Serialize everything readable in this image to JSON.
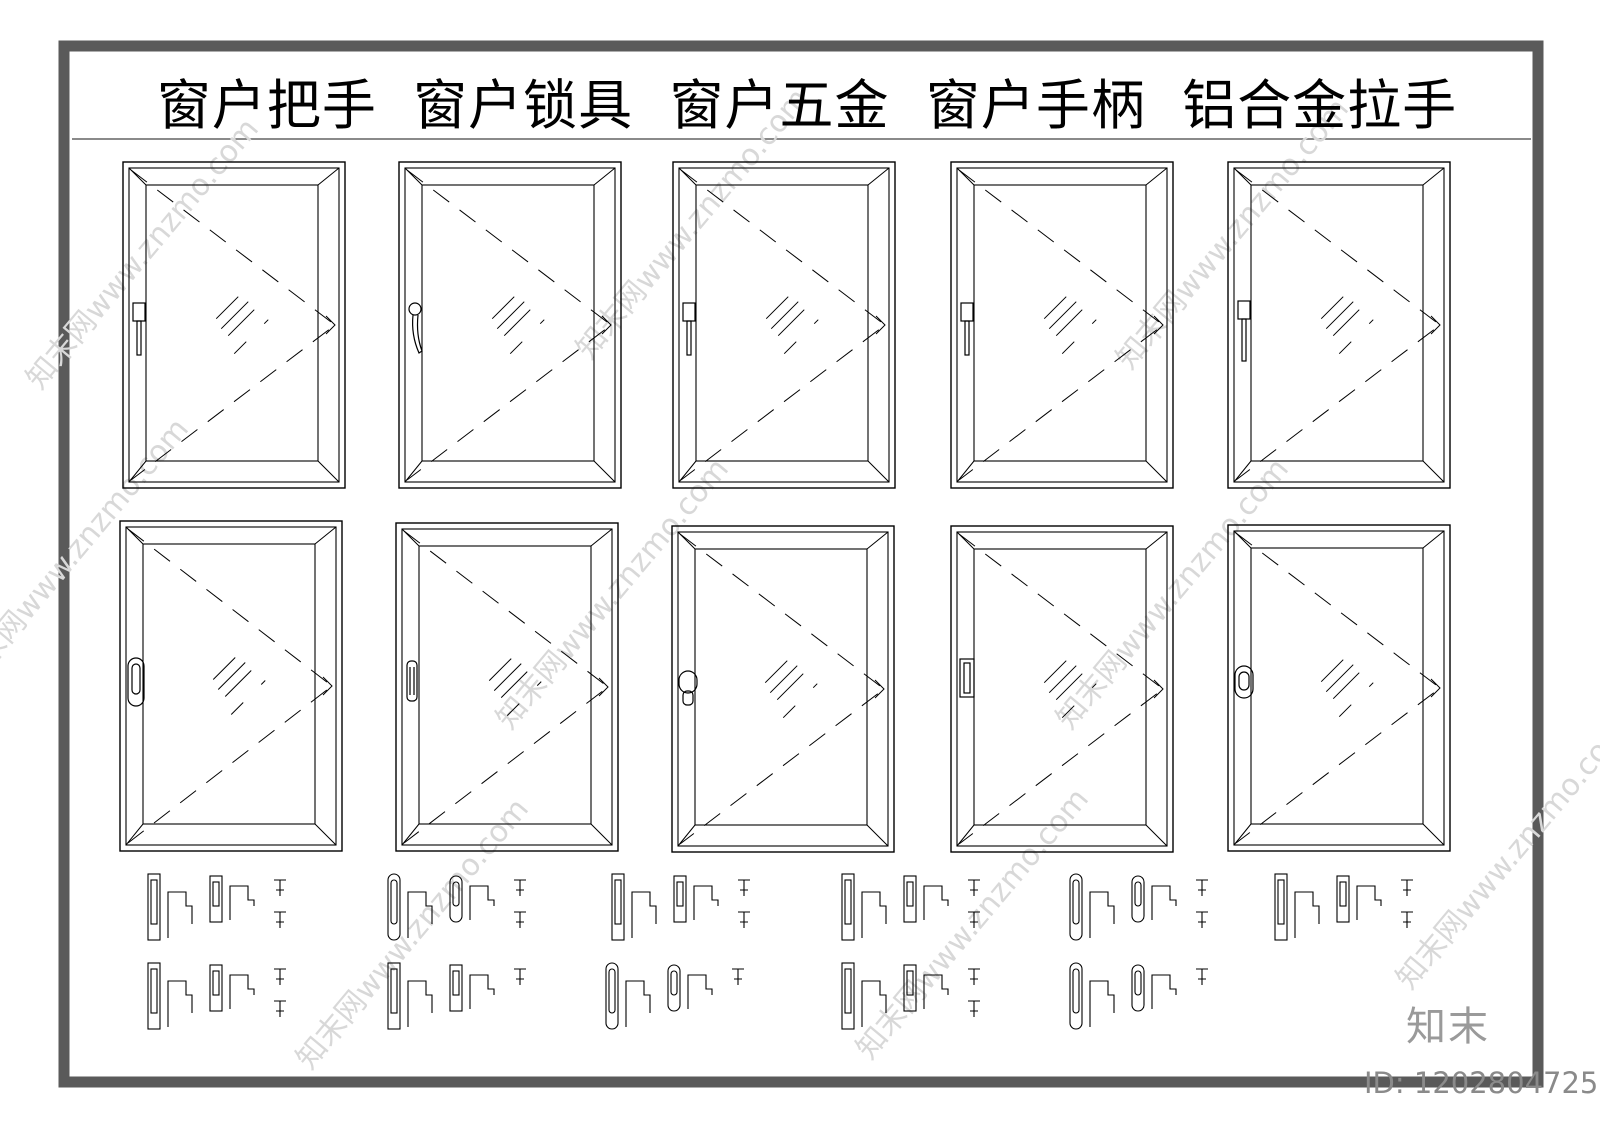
{
  "title": "窗户把手  窗户锁具  窗户五金  窗户手柄  铝合金拉手",
  "brand": "知末",
  "id_label": "ID: 1202804725",
  "watermark": "知末网www.znzmo.com",
  "colors": {
    "frame": "#5a5a5a",
    "line": "#000000",
    "watermark": "#d8d8d8"
  },
  "windows": [
    {
      "handle": "lever-icon"
    },
    {
      "handle": "crescent-handle-icon"
    },
    {
      "handle": "lever-icon"
    },
    {
      "handle": "lever-icon"
    },
    {
      "handle": "lever-long-icon"
    },
    {
      "handle": "oval-grip-icon"
    },
    {
      "handle": "slim-lever-icon"
    },
    {
      "handle": "knob-icon"
    },
    {
      "handle": "plate-lever-icon"
    },
    {
      "handle": "mushroom-knob-icon"
    }
  ],
  "handle_groups": [
    {
      "name": "handle-set-1"
    },
    {
      "name": "handle-set-2"
    },
    {
      "name": "handle-set-3"
    },
    {
      "name": "handle-set-4"
    },
    {
      "name": "handle-set-5"
    },
    {
      "name": "handle-set-6"
    },
    {
      "name": "handle-set-7"
    },
    {
      "name": "handle-set-8"
    },
    {
      "name": "handle-set-9"
    },
    {
      "name": "handle-set-10"
    },
    {
      "name": "handle-set-11"
    }
  ]
}
